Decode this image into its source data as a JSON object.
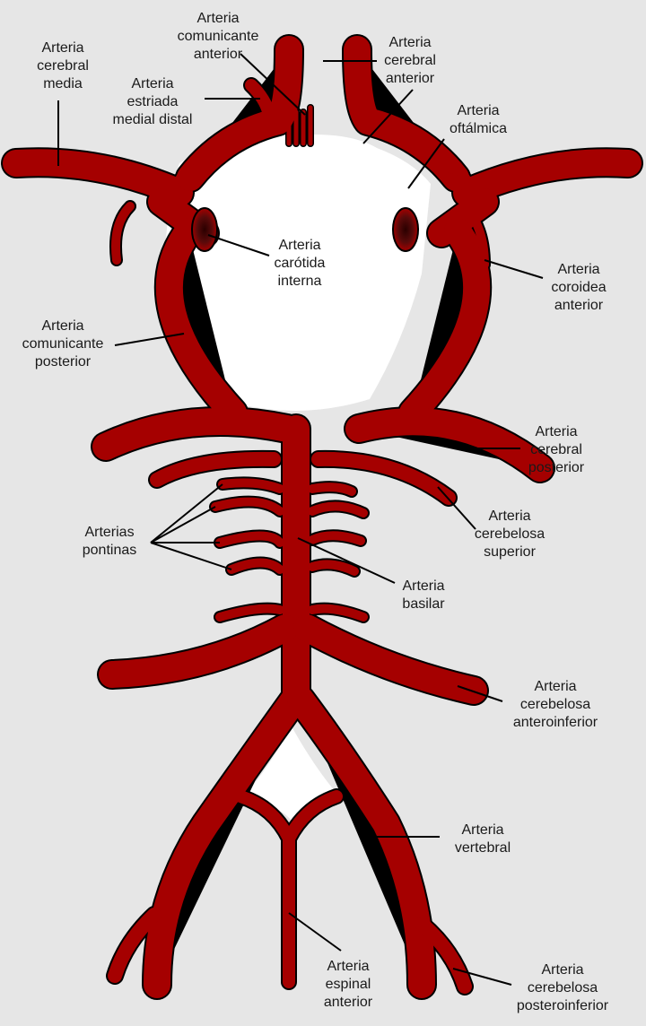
{
  "colors": {
    "background": "#e6e6e6",
    "artery": "#a50000",
    "outline": "#000000",
    "lumen": "#3d0000",
    "enclosed": "#ffffff"
  },
  "labels": {
    "comunicante_anterior": [
      "Arteria",
      "comunicante",
      "anterior"
    ],
    "cerebral_media": [
      "Arteria",
      "cerebral",
      "media"
    ],
    "estriada": [
      "Arteria",
      "estriada",
      "medial distal"
    ],
    "cerebral_anterior": [
      "Arteria",
      "cerebral",
      "anterior"
    ],
    "oftalmica": [
      "Arteria",
      "oftálmica"
    ],
    "carotida": [
      "Arteria",
      "carótida",
      "interna"
    ],
    "coroidea": [
      "Arteria",
      "coroidea",
      "anterior"
    ],
    "comunicante_posterior": [
      "Arteria",
      "comunicante",
      "posterior"
    ],
    "cerebral_posterior": [
      "Arteria",
      "cerebral",
      "posterior"
    ],
    "cerebelosa_superior": [
      "Arteria",
      "cerebelosa",
      "superior"
    ],
    "pontinas": [
      "Arterias",
      "pontinas"
    ],
    "basilar": [
      "Arteria",
      "basilar"
    ],
    "anteroinferior": [
      "Arteria",
      "cerebelosa",
      "anteroinferior"
    ],
    "vertebral": [
      "Arteria",
      "vertebral"
    ],
    "espinal": [
      "Arteria",
      "espinal",
      "anterior"
    ],
    "posteroinferior": [
      "Arteria",
      "cerebelosa",
      "posteroinferior"
    ]
  }
}
